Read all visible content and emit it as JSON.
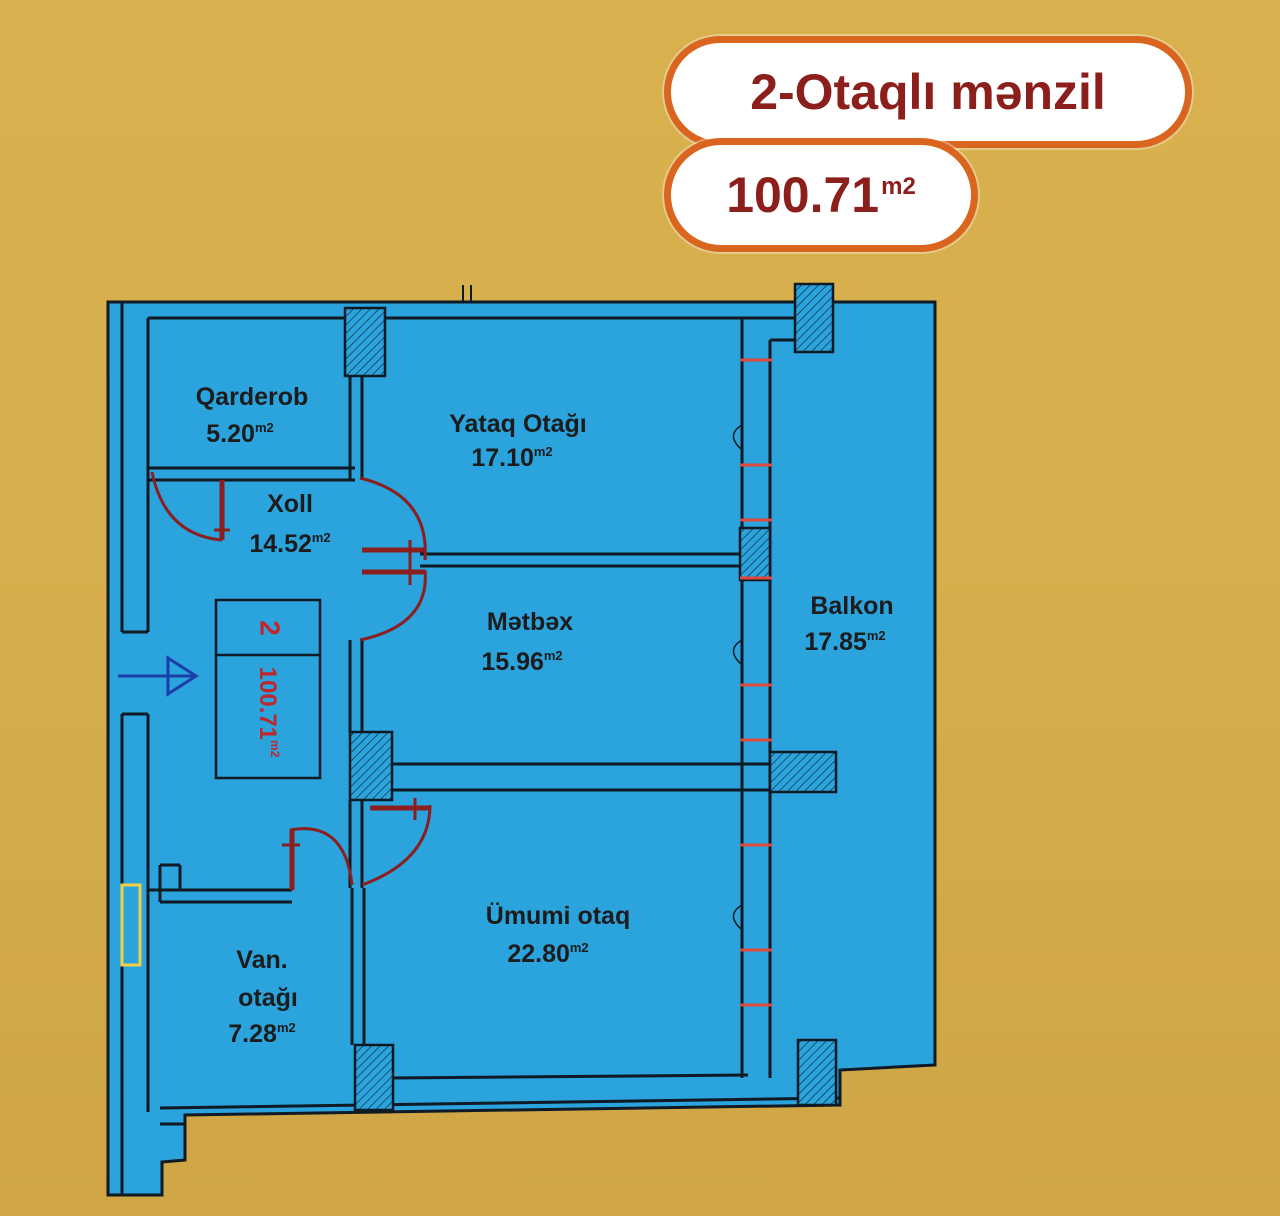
{
  "header": {
    "title": "2-Otaqlı mənzil",
    "total_area": "100.71",
    "unit": "m2"
  },
  "rooms": {
    "qarderob": {
      "name": "Qarderob",
      "area": "5.20",
      "unit": "m2"
    },
    "yataq": {
      "name": "Yataq Otağı",
      "area": "17.10",
      "unit": "m2"
    },
    "xoll": {
      "name": "Xoll",
      "area": "14.52",
      "unit": "m2"
    },
    "metbex": {
      "name": "Mətbəx",
      "area": "15.96",
      "unit": "m2"
    },
    "balkon": {
      "name": "Balkon",
      "area": "17.85",
      "unit": "m2"
    },
    "umumi": {
      "name": "Ümumi otaq",
      "area": "22.80",
      "unit": "m2"
    },
    "vanna": {
      "name_line1": "Van.",
      "name_line2": "otağı",
      "area": "7.28",
      "unit": "m2"
    }
  },
  "plan_marker": {
    "rooms_count": "2",
    "area": "100.71",
    "unit": "m2"
  },
  "colors": {
    "background": "#d6ae4b",
    "plan_fill": "#2ba3dc",
    "wall": "#0f1a24",
    "door": "#8b1e1e",
    "accent": "#d9651f",
    "title_text": "#8c1f1b",
    "entrance_arrow": "#1a3fa8"
  }
}
